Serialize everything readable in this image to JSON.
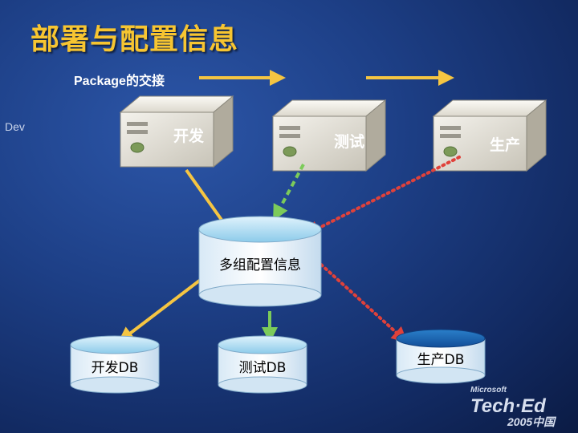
{
  "title": "部署与配置信息",
  "package_label": "Package的交接",
  "dev_label": "Dev",
  "servers": {
    "dev": "开发",
    "test": "测试",
    "prod": "生产"
  },
  "central_db": "多组配置信息",
  "databases": {
    "dev": "开发DB",
    "test": "测试DB",
    "prod": "生产DB"
  },
  "colors": {
    "title": "#f7c531",
    "yellow_arrow": "#f5c542",
    "green_arrow": "#7ccb5a",
    "red_dotted": "#e0413a",
    "db_top": "#bfe6f8",
    "db_body": "#e7f2fb"
  },
  "logo": {
    "brand": "Microsoft",
    "event": "Tech·Ed",
    "year": "2005中国"
  }
}
